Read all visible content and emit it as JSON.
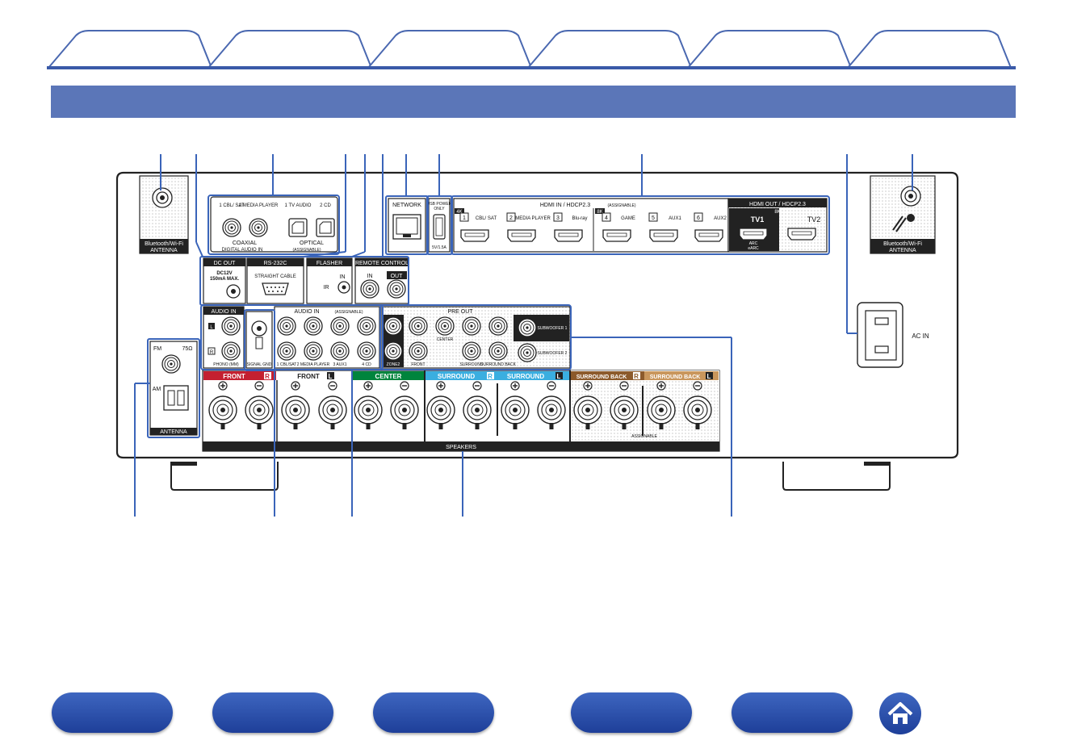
{
  "tabs": [
    {
      "label": ""
    },
    {
      "label": ""
    },
    {
      "label": ""
    },
    {
      "label": ""
    },
    {
      "label": ""
    },
    {
      "label": ""
    }
  ],
  "title": "",
  "panel": {
    "bt_antenna_left": "Bluetooth/Wi-Fi",
    "bt_antenna_right": "Bluetooth/Wi-Fi",
    "antenna": "ANTENNA",
    "digital_audio": {
      "title": "DIGITAL AUDIO IN",
      "assignable": "(ASSIGNABLE)",
      "coaxial": "COAXIAL",
      "optical": "OPTICAL",
      "jacks": [
        "1 CBL/ SAT",
        "2 MEDIA PLAYER",
        "1 TV AUDIO",
        "2 CD"
      ]
    },
    "dc_out": {
      "title": "DC OUT",
      "spec1": "DC12V",
      "spec2": "150mA MAX."
    },
    "rs232c": {
      "title": "RS-232C",
      "cable": "STRAIGHT CABLE"
    },
    "flasher": {
      "title": "FLASHER",
      "in": "IN",
      "ir": "IR"
    },
    "remote": {
      "title": "REMOTE CONTROL",
      "in": "IN",
      "out": "OUT"
    },
    "network": "NETWORK",
    "usb": {
      "line1": "USB POWER",
      "line2": "ONLY",
      "rating": "5V/1.5A"
    },
    "hdmi_in": {
      "title": "HDMI IN / HDCP2.3",
      "assignable": "(ASSIGNABLE)",
      "tag4k": "4K",
      "tag8k": "8K",
      "ports": [
        {
          "num": "1",
          "name": "CBL/ SAT"
        },
        {
          "num": "2",
          "name": "MEDIA PLAYER"
        },
        {
          "num": "3",
          "name": "Blu-ray"
        },
        {
          "num": "4",
          "name": "GAME"
        },
        {
          "num": "5",
          "name": "AUX1"
        },
        {
          "num": "6",
          "name": "AUX2"
        }
      ]
    },
    "hdmi_out": {
      "title": "HDMI OUT / HDCP2.3",
      "tag8k": "8K",
      "tv1": "TV1",
      "tv2": "TV2",
      "arc": "ARC",
      "earc": "eARC"
    },
    "ac_in": "AC IN",
    "audio_in": {
      "title": "AUDIO IN",
      "l": "L",
      "r": "R",
      "phono": "PHONO (MM)",
      "signal_gnd": "SIGNAL GND"
    },
    "audio_in_assignable": {
      "title": "AUDIO IN",
      "assignable": "(ASSIGNABLE)",
      "labels": [
        "1 CBL/SAT",
        "2 MEDIA PLAYER",
        "3 AUX1",
        "4 CD"
      ]
    },
    "pre_out": {
      "title": "PRE OUT",
      "zone2": "ZONE2",
      "front": "FRONT",
      "center": "CENTER",
      "surround": "SURROUND",
      "surround_back": "SURROUND BACK",
      "sub1": "SUBWOOFER 1",
      "sub2": "SUBWOOFER 2"
    },
    "fm_am": {
      "fm": "FM",
      "ohm": "75Ω",
      "am": "AM"
    },
    "speakers": {
      "front_r": "FRONT",
      "front_l": "FRONT",
      "center": "CENTER",
      "surround_r": "SURROUND",
      "surround_l": "SURROUND",
      "surround_back_r": "SURROUND BACK",
      "surround_back_l": "SURROUND BACK",
      "r": "R",
      "l": "L",
      "assignable": "ASSIGNABLE",
      "title": "SPEAKERS"
    }
  },
  "colors": {
    "accent": "#3a64b9",
    "title_bar": "#5b76b8",
    "front_red": "#c42030",
    "center_green": "#00843d",
    "surround_blue": "#3aaee0",
    "surround_back_brown": "#8c5a2b",
    "surround_back_tan": "#c9965c"
  },
  "nav": {
    "buttons": [
      "",
      "",
      "",
      "",
      ""
    ],
    "home_icon": "home-icon"
  }
}
